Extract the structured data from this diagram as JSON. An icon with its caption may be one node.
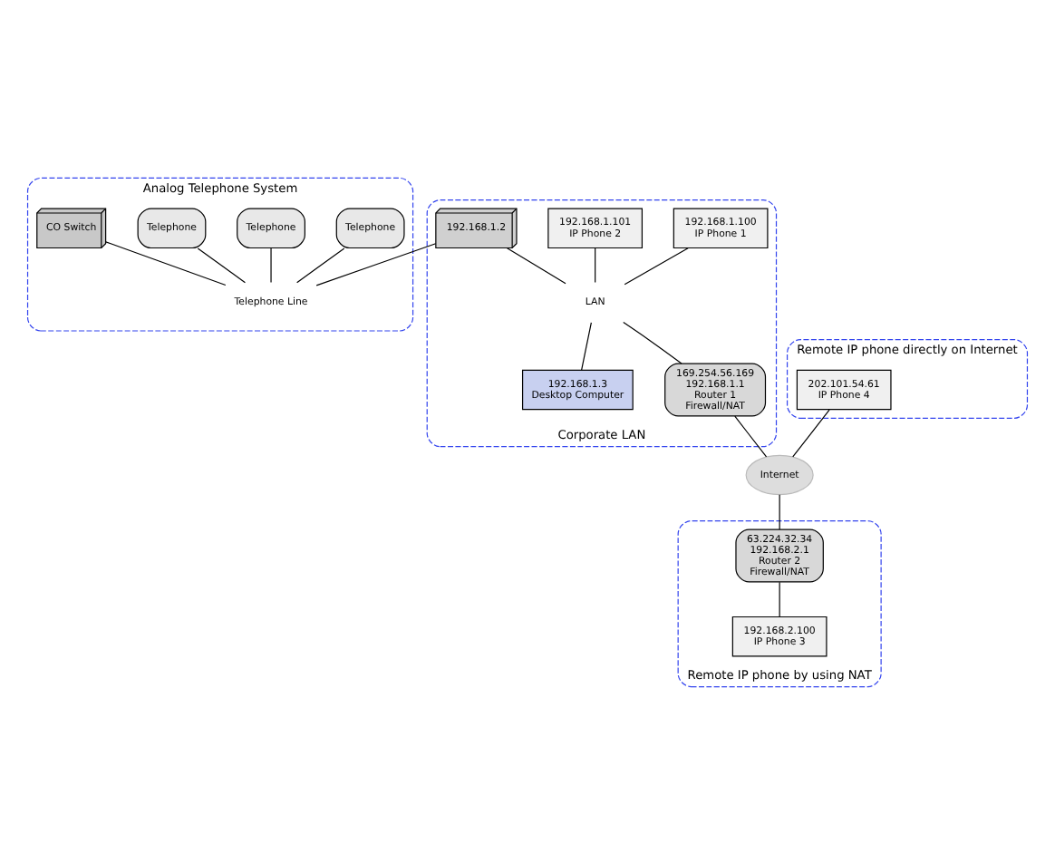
{
  "diagram": {
    "nodes": [
      {
        "text": [
          "Analog Telephone System"
        ]
      },
      {
        "text": [
          "Telephone"
        ],
        "in": 0
      },
      {
        "text": [
          "Telephone"
        ],
        "in": 0
      },
      {
        "text": [
          "Telephone"
        ],
        "in": 0
      },
      {
        "text": [
          "CO Switch"
        ],
        "in": 0
      },
      {
        "text": [
          "Telephone Line"
        ],
        "in": 0
      },
      {
        "text": [
          "Corporate LAN"
        ]
      },
      {
        "text": [
          "192.168.1.2"
        ],
        "in": 6
      },
      {
        "text": [
          "192.168.1.100",
          "IP Phone 1"
        ],
        "in": 6
      },
      {
        "text": [
          "192.168.1.101",
          "IP Phone 2"
        ],
        "in": 6
      },
      {
        "text": [
          "LAN"
        ],
        "in": 6
      },
      {
        "text": [
          "192.168.1.3",
          "Desktop Computer"
        ],
        "in": 6
      },
      {
        "text": [
          "169.254.56.169",
          "192.168.1.1",
          "Router 1",
          "Firewall/NAT"
        ],
        "in": 6
      },
      {
        "text": [
          "Remote IP phone directly on Internet"
        ]
      },
      {
        "text": [
          "202.101.54.61",
          "IP Phone 4"
        ],
        "in": 13
      },
      {
        "text": [
          "Internet"
        ]
      },
      {
        "text": [
          "Remote IP phone by using NAT"
        ]
      },
      {
        "text": [
          "63.224.32.34",
          "192.168.2.1",
          "Router 2",
          "Firewall/NAT"
        ],
        "in": 16
      },
      {
        "text": [
          "192.168.2.100",
          "IP Phone 3"
        ],
        "in": 16
      }
    ],
    "edges": [
      {
        "from": 1,
        "to": 5,
        "arrow": "none"
      },
      {
        "from": 2,
        "to": 5,
        "arrow": "none"
      },
      {
        "from": 3,
        "to": 5,
        "arrow": "none"
      },
      {
        "from": 4,
        "to": 5,
        "arrow": "none"
      },
      {
        "from": 7,
        "to": 5,
        "arrow": "none"
      },
      {
        "from": 7,
        "to": 10,
        "arrow": "none"
      },
      {
        "from": 8,
        "to": 10,
        "arrow": "none"
      },
      {
        "from": 9,
        "to": 10,
        "arrow": "none"
      },
      {
        "from": 10,
        "to": 11,
        "arrow": "none"
      },
      {
        "from": 10,
        "to": 12,
        "arrow": "none"
      },
      {
        "from": 12,
        "to": 15,
        "arrow": "none"
      },
      {
        "from": 14,
        "to": 15,
        "arrow": "none"
      },
      {
        "from": 15,
        "to": 17,
        "arrow": "none"
      },
      {
        "from": 17,
        "to": 18,
        "arrow": "none"
      }
    ]
  }
}
